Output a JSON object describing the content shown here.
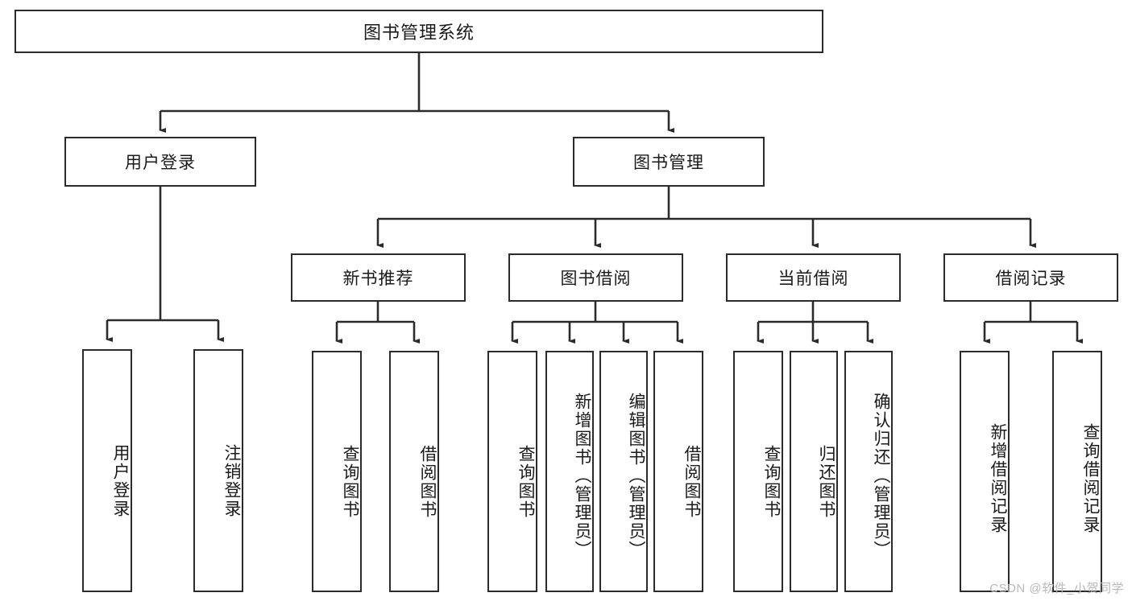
{
  "diagram": {
    "title": "图书管理系统",
    "type": "hierarchy-tree",
    "orientation": "top-down",
    "levels": 4,
    "colors": {
      "box_border": "#2b2b2b",
      "box_fill": "#ffffff",
      "edge": "#2b2b2b",
      "text": "#1a1a1a",
      "watermark": "#b9b9b9"
    },
    "nodes": {
      "root": {
        "label": "图书管理系统"
      },
      "level2": [
        {
          "id": "user-login",
          "label": "用户登录"
        },
        {
          "id": "book-management",
          "label": "图书管理"
        }
      ],
      "level3": [
        {
          "id": "new-book-recommend",
          "label": "新书推荐"
        },
        {
          "id": "book-borrow",
          "label": "图书借阅"
        },
        {
          "id": "current-borrow",
          "label": "当前借阅"
        },
        {
          "id": "borrow-record",
          "label": "借阅记录"
        }
      ],
      "leaves": {
        "user-login": [
          {
            "id": "leaf-user-login",
            "label": "用户登录"
          },
          {
            "id": "leaf-logout-login",
            "label": "注销登录"
          }
        ],
        "new-book-recommend": [
          {
            "id": "leaf-query-book-1",
            "label": "查询图书"
          },
          {
            "id": "leaf-borrow-book-1",
            "label": "借阅图书"
          }
        ],
        "book-borrow": [
          {
            "id": "leaf-query-book-2",
            "label": "查询图书"
          },
          {
            "id": "leaf-add-book",
            "label": "新增图书（管理员）"
          },
          {
            "id": "leaf-edit-book",
            "label": "编辑图书（管理员）"
          },
          {
            "id": "leaf-borrow-book-2",
            "label": "借阅图书"
          }
        ],
        "current-borrow": [
          {
            "id": "leaf-query-book-3",
            "label": "查询图书"
          },
          {
            "id": "leaf-return-book",
            "label": "归还图书"
          },
          {
            "id": "leaf-confirm-return",
            "label": "确认归还（管理员）"
          }
        ],
        "borrow-record": [
          {
            "id": "leaf-add-record",
            "label": "新增借阅记录"
          },
          {
            "id": "leaf-query-record",
            "label": "查询借阅记录"
          }
        ]
      }
    }
  },
  "watermark": {
    "text": "CSDN @软件_小贺同学"
  }
}
